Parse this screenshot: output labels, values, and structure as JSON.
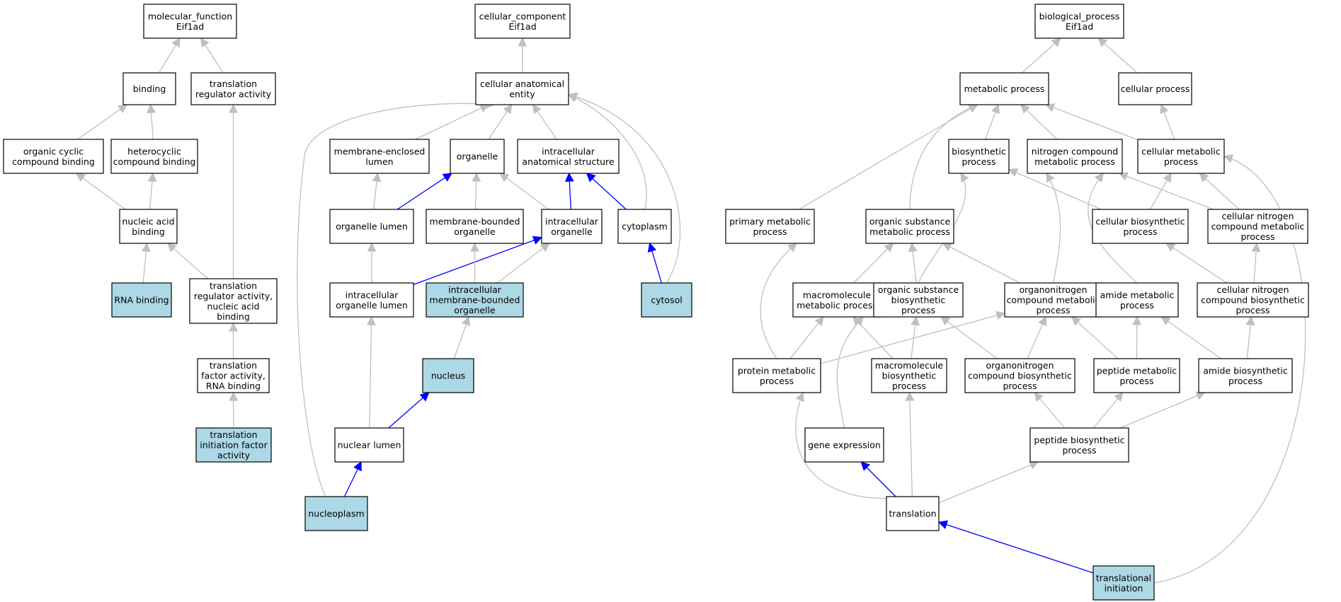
{
  "colors": {
    "node_fill": "#ffffff",
    "highlight_fill": "#add8e6",
    "edge_gray": "#bfbfbf",
    "edge_blue": "#0000ff",
    "border": "#000000"
  },
  "nodes": [
    {
      "id": "mf_root",
      "lines": [
        "molecular_function",
        "Eif1ad"
      ],
      "highlight": false
    },
    {
      "id": "binding",
      "lines": [
        "binding"
      ],
      "highlight": false
    },
    {
      "id": "trans_reg_act",
      "lines": [
        "translation",
        "regulator activity"
      ],
      "highlight": false
    },
    {
      "id": "org_cyclic_bind",
      "lines": [
        "organic cyclic",
        "compound binding"
      ],
      "highlight": false
    },
    {
      "id": "hetero_bind",
      "lines": [
        "heterocyclic",
        "compound binding"
      ],
      "highlight": false
    },
    {
      "id": "nucleic_bind",
      "lines": [
        "nucleic acid",
        "binding"
      ],
      "highlight": false
    },
    {
      "id": "rna_binding",
      "lines": [
        "RNA binding"
      ],
      "highlight": true
    },
    {
      "id": "trans_reg_nab",
      "lines": [
        "translation",
        "regulator activity,",
        "nucleic acid",
        "binding"
      ],
      "highlight": false
    },
    {
      "id": "trans_factor",
      "lines": [
        "translation",
        "factor activity,",
        "RNA binding"
      ],
      "highlight": false
    },
    {
      "id": "trans_init_factor",
      "lines": [
        "translation",
        "initiation factor",
        "activity"
      ],
      "highlight": true
    },
    {
      "id": "cc_root",
      "lines": [
        "cellular_component",
        "Eif1ad"
      ],
      "highlight": false
    },
    {
      "id": "cell_anat",
      "lines": [
        "cellular anatomical",
        "entity"
      ],
      "highlight": false
    },
    {
      "id": "mem_encl_lumen",
      "lines": [
        "membrane-enclosed",
        "lumen"
      ],
      "highlight": false
    },
    {
      "id": "organelle",
      "lines": [
        "organelle"
      ],
      "highlight": false
    },
    {
      "id": "intra_anat",
      "lines": [
        "intracellular",
        "anatomical structure"
      ],
      "highlight": false
    },
    {
      "id": "organelle_lumen",
      "lines": [
        "organelle lumen"
      ],
      "highlight": false
    },
    {
      "id": "mem_bound_org",
      "lines": [
        "membrane-bounded",
        "organelle"
      ],
      "highlight": false
    },
    {
      "id": "intra_org",
      "lines": [
        "intracellular",
        "organelle"
      ],
      "highlight": false
    },
    {
      "id": "cytoplasm",
      "lines": [
        "cytoplasm"
      ],
      "highlight": false
    },
    {
      "id": "intra_org_lumen",
      "lines": [
        "intracellular",
        "organelle lumen"
      ],
      "highlight": false
    },
    {
      "id": "intra_mem_bound_org",
      "lines": [
        "intracellular",
        "membrane-bounded",
        "organelle"
      ],
      "highlight": true
    },
    {
      "id": "cytosol",
      "lines": [
        "cytosol"
      ],
      "highlight": true
    },
    {
      "id": "nucleus",
      "lines": [
        "nucleus"
      ],
      "highlight": true
    },
    {
      "id": "nuclear_lumen",
      "lines": [
        "nuclear lumen"
      ],
      "highlight": false
    },
    {
      "id": "nucleoplasm",
      "lines": [
        "nucleoplasm"
      ],
      "highlight": true
    },
    {
      "id": "bp_root",
      "lines": [
        "biological_process",
        "Eif1ad"
      ],
      "highlight": false
    },
    {
      "id": "metabolic",
      "lines": [
        "metabolic process"
      ],
      "highlight": false
    },
    {
      "id": "cellular_proc",
      "lines": [
        "cellular process"
      ],
      "highlight": false
    },
    {
      "id": "biosynthetic",
      "lines": [
        "biosynthetic",
        "process"
      ],
      "highlight": false
    },
    {
      "id": "nitrogen_met",
      "lines": [
        "nitrogen compound",
        "metabolic process"
      ],
      "highlight": false
    },
    {
      "id": "cell_met",
      "lines": [
        "cellular metabolic",
        "process"
      ],
      "highlight": false
    },
    {
      "id": "primary_met",
      "lines": [
        "primary metabolic",
        "process"
      ],
      "highlight": false
    },
    {
      "id": "org_sub_met",
      "lines": [
        "organic substance",
        "metabolic process"
      ],
      "highlight": false
    },
    {
      "id": "cell_bios",
      "lines": [
        "cellular biosynthetic",
        "process"
      ],
      "highlight": false
    },
    {
      "id": "cell_nitro_met",
      "lines": [
        "cellular nitrogen",
        "compound metabolic",
        "process"
      ],
      "highlight": false
    },
    {
      "id": "macro_met",
      "lines": [
        "macromolecule",
        "metabolic process"
      ],
      "highlight": false
    },
    {
      "id": "org_sub_bios",
      "lines": [
        "organic substance",
        "biosynthetic",
        "process"
      ],
      "highlight": false
    },
    {
      "id": "orgnitro_met",
      "lines": [
        "organonitrogen",
        "compound metabolic",
        "process"
      ],
      "highlight": false
    },
    {
      "id": "amide_met",
      "lines": [
        "amide metabolic",
        "process"
      ],
      "highlight": false
    },
    {
      "id": "cell_nitro_bios",
      "lines": [
        "cellular nitrogen",
        "compound biosynthetic",
        "process"
      ],
      "highlight": false
    },
    {
      "id": "protein_met",
      "lines": [
        "protein metabolic",
        "process"
      ],
      "highlight": false
    },
    {
      "id": "macro_bios",
      "lines": [
        "macromolecule",
        "biosynthetic",
        "process"
      ],
      "highlight": false
    },
    {
      "id": "orgnitro_bios",
      "lines": [
        "organonitrogen",
        "compound biosynthetic",
        "process"
      ],
      "highlight": false
    },
    {
      "id": "peptide_met",
      "lines": [
        "peptide metabolic",
        "process"
      ],
      "highlight": false
    },
    {
      "id": "amide_bios",
      "lines": [
        "amide biosynthetic",
        "process"
      ],
      "highlight": false
    },
    {
      "id": "gene_expr",
      "lines": [
        "gene expression"
      ],
      "highlight": false
    },
    {
      "id": "peptide_bios",
      "lines": [
        "peptide biosynthetic",
        "process"
      ],
      "highlight": false
    },
    {
      "id": "translation",
      "lines": [
        "translation"
      ],
      "highlight": false
    },
    {
      "id": "trans_init",
      "lines": [
        "translational",
        "initiation"
      ],
      "highlight": true
    }
  ],
  "edges": [
    {
      "from": "binding",
      "to": "mf_root",
      "color": "gray"
    },
    {
      "from": "trans_reg_act",
      "to": "mf_root",
      "color": "gray"
    },
    {
      "from": "org_cyclic_bind",
      "to": "binding",
      "color": "gray"
    },
    {
      "from": "hetero_bind",
      "to": "binding",
      "color": "gray"
    },
    {
      "from": "nucleic_bind",
      "to": "org_cyclic_bind",
      "color": "gray"
    },
    {
      "from": "nucleic_bind",
      "to": "hetero_bind",
      "color": "gray"
    },
    {
      "from": "rna_binding",
      "to": "nucleic_bind",
      "color": "gray"
    },
    {
      "from": "trans_reg_nab",
      "to": "nucleic_bind",
      "color": "gray"
    },
    {
      "from": "trans_reg_nab",
      "to": "trans_reg_act",
      "color": "gray"
    },
    {
      "from": "trans_factor",
      "to": "trans_reg_nab",
      "color": "gray"
    },
    {
      "from": "trans_init_factor",
      "to": "trans_factor",
      "color": "gray"
    },
    {
      "from": "cell_anat",
      "to": "cc_root",
      "color": "gray"
    },
    {
      "from": "mem_encl_lumen",
      "to": "cell_anat",
      "color": "gray"
    },
    {
      "from": "organelle",
      "to": "cell_anat",
      "color": "gray"
    },
    {
      "from": "intra_anat",
      "to": "cell_anat",
      "color": "gray"
    },
    {
      "from": "cytoplasm",
      "to": "cell_anat",
      "color": "gray"
    },
    {
      "from": "cytosol",
      "to": "cell_anat",
      "color": "gray"
    },
    {
      "from": "nucleoplasm",
      "to": "cell_anat",
      "color": "gray"
    },
    {
      "from": "organelle_lumen",
      "to": "mem_encl_lumen",
      "color": "gray"
    },
    {
      "from": "organelle_lumen",
      "to": "organelle",
      "color": "blue"
    },
    {
      "from": "mem_bound_org",
      "to": "organelle",
      "color": "gray"
    },
    {
      "from": "intra_org",
      "to": "organelle",
      "color": "gray"
    },
    {
      "from": "intra_org",
      "to": "intra_anat",
      "color": "blue"
    },
    {
      "from": "cytoplasm",
      "to": "intra_anat",
      "color": "blue"
    },
    {
      "from": "intra_org_lumen",
      "to": "organelle_lumen",
      "color": "gray"
    },
    {
      "from": "intra_org_lumen",
      "to": "intra_org",
      "color": "blue"
    },
    {
      "from": "intra_mem_bound_org",
      "to": "mem_bound_org",
      "color": "gray"
    },
    {
      "from": "intra_mem_bound_org",
      "to": "intra_org",
      "color": "gray"
    },
    {
      "from": "cytosol",
      "to": "cytoplasm",
      "color": "blue"
    },
    {
      "from": "nucleus",
      "to": "intra_mem_bound_org",
      "color": "gray"
    },
    {
      "from": "nuclear_lumen",
      "to": "intra_org_lumen",
      "color": "gray"
    },
    {
      "from": "nuclear_lumen",
      "to": "nucleus",
      "color": "blue"
    },
    {
      "from": "nucleoplasm",
      "to": "nuclear_lumen",
      "color": "blue"
    },
    {
      "from": "metabolic",
      "to": "bp_root",
      "color": "gray"
    },
    {
      "from": "cellular_proc",
      "to": "bp_root",
      "color": "gray"
    },
    {
      "from": "biosynthetic",
      "to": "metabolic",
      "color": "gray"
    },
    {
      "from": "nitrogen_met",
      "to": "metabolic",
      "color": "gray"
    },
    {
      "from": "cell_met",
      "to": "metabolic",
      "color": "gray"
    },
    {
      "from": "cell_met",
      "to": "cellular_proc",
      "color": "gray"
    },
    {
      "from": "primary_met",
      "to": "metabolic",
      "color": "gray"
    },
    {
      "from": "org_sub_met",
      "to": "metabolic",
      "color": "gray"
    },
    {
      "from": "cell_bios",
      "to": "biosynthetic",
      "color": "gray"
    },
    {
      "from": "cell_bios",
      "to": "cell_met",
      "color": "gray"
    },
    {
      "from": "cell_nitro_met",
      "to": "nitrogen_met",
      "color": "gray"
    },
    {
      "from": "cell_nitro_met",
      "to": "cell_met",
      "color": "gray"
    },
    {
      "from": "macro_met",
      "to": "org_sub_met",
      "color": "gray"
    },
    {
      "from": "org_sub_bios",
      "to": "org_sub_met",
      "color": "gray"
    },
    {
      "from": "org_sub_bios",
      "to": "biosynthetic",
      "color": "gray"
    },
    {
      "from": "orgnitro_met",
      "to": "org_sub_met",
      "color": "gray"
    },
    {
      "from": "orgnitro_met",
      "to": "nitrogen_met",
      "color": "gray"
    },
    {
      "from": "amide_met",
      "to": "nitrogen_met",
      "color": "gray"
    },
    {
      "from": "cell_nitro_bios",
      "to": "cell_bios",
      "color": "gray"
    },
    {
      "from": "cell_nitro_bios",
      "to": "cell_nitro_met",
      "color": "gray"
    },
    {
      "from": "protein_met",
      "to": "primary_met",
      "color": "gray"
    },
    {
      "from": "protein_met",
      "to": "macro_met",
      "color": "gray"
    },
    {
      "from": "protein_met",
      "to": "orgnitro_met",
      "color": "gray"
    },
    {
      "from": "macro_bios",
      "to": "macro_met",
      "color": "gray"
    },
    {
      "from": "macro_bios",
      "to": "org_sub_bios",
      "color": "gray"
    },
    {
      "from": "orgnitro_bios",
      "to": "org_sub_bios",
      "color": "gray"
    },
    {
      "from": "orgnitro_bios",
      "to": "orgnitro_met",
      "color": "gray"
    },
    {
      "from": "peptide_met",
      "to": "orgnitro_met",
      "color": "gray"
    },
    {
      "from": "peptide_met",
      "to": "amide_met",
      "color": "gray"
    },
    {
      "from": "amide_bios",
      "to": "amide_met",
      "color": "gray"
    },
    {
      "from": "amide_bios",
      "to": "cell_nitro_bios",
      "color": "gray"
    },
    {
      "from": "gene_expr",
      "to": "macro_met",
      "color": "gray"
    },
    {
      "from": "peptide_bios",
      "to": "orgnitro_bios",
      "color": "gray"
    },
    {
      "from": "peptide_bios",
      "to": "peptide_met",
      "color": "gray"
    },
    {
      "from": "peptide_bios",
      "to": "amide_bios",
      "color": "gray"
    },
    {
      "from": "translation",
      "to": "protein_met",
      "color": "gray"
    },
    {
      "from": "translation",
      "to": "macro_bios",
      "color": "gray"
    },
    {
      "from": "translation",
      "to": "gene_expr",
      "color": "blue"
    },
    {
      "from": "translation",
      "to": "peptide_bios",
      "color": "gray"
    },
    {
      "from": "trans_init",
      "to": "translation",
      "color": "blue"
    },
    {
      "from": "trans_init",
      "to": "cell_met",
      "color": "gray"
    }
  ]
}
